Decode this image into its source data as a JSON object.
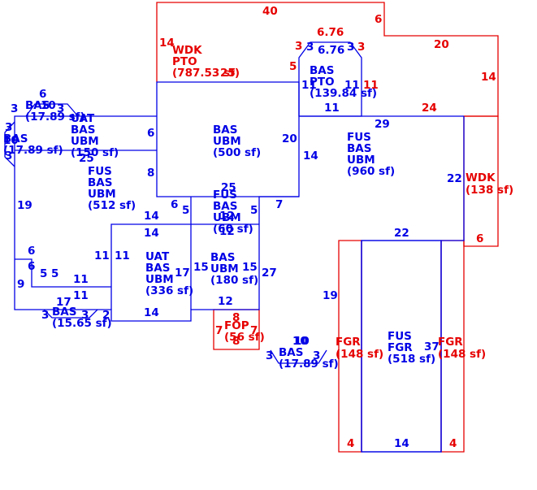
{
  "colors": {
    "living": "#0000e6",
    "exterior": "#e60000",
    "background": "#ffffff"
  },
  "areas": {
    "wdk_top": {
      "lines": [
        "WDK",
        "PTO",
        "(787.53 sf)"
      ]
    },
    "bas_pto": {
      "lines": [
        "BAS",
        "PTO",
        "(139.84 sf)"
      ]
    },
    "bas_ubm_main": {
      "lines": [
        "BAS",
        "UBM",
        "(500 sf)"
      ]
    },
    "fus_960": {
      "lines": [
        "FUS",
        "BAS",
        "UBM",
        "(960 sf)"
      ]
    },
    "wdk_right": {
      "lines": [
        "WDK",
        "(138 sf)"
      ]
    },
    "bas_bay_top": {
      "lines": [
        "BAS",
        "(17.89 sf)"
      ]
    },
    "bas_bay_left": {
      "lines": [
        "BAS",
        "(17.89 sf)"
      ]
    },
    "uat_150": {
      "lines": [
        "UAT",
        "BAS",
        "UBM",
        "(150 sf)"
      ]
    },
    "fus_512": {
      "lines": [
        "FUS",
        "BAS",
        "UBM",
        "(512 sf)"
      ]
    },
    "fus_60": {
      "lines": [
        "FUS",
        "BAS",
        "UBM",
        "(60 sf)"
      ]
    },
    "uat_336": {
      "lines": [
        "UAT",
        "BAS",
        "UBM",
        "(336 sf)"
      ]
    },
    "bas_180": {
      "lines": [
        "BAS",
        "UBM",
        "(180 sf)"
      ]
    },
    "bas_bay_bot": {
      "lines": [
        "BAS",
        "(15.65 sf)"
      ]
    },
    "fop": {
      "lines": [
        "FOP",
        "(56 sf)"
      ]
    },
    "bas_bay_mid": {
      "lines": [
        "BAS",
        "(17.89 sf)"
      ]
    },
    "fgr_left": {
      "lines": [
        "FGR",
        "(148 sf)"
      ]
    },
    "fus_fgr": {
      "lines": [
        "FUS",
        "FGR",
        "(518 sf)"
      ]
    },
    "fgr_right": {
      "lines": [
        "FGR",
        "(148 sf)"
      ]
    }
  },
  "dimensions": {
    "d40": "40",
    "d6a": "6",
    "d20a": "20",
    "d14a": "14",
    "d24": "24",
    "d14b": "14",
    "d6p76a": "6.76",
    "d6p76b": "6.76",
    "d3a": "3",
    "d3b": "3",
    "d3c": "3",
    "d3d": "3",
    "d5a": "5",
    "d11a": "11",
    "d11b": "11",
    "d11c": "11",
    "d25a": "25",
    "d6b": "6",
    "d20b": "20",
    "d14c": "14",
    "d8a": "8",
    "d25b": "25",
    "d29": "29",
    "d22a": "22",
    "d6c": "6",
    "d6d": "6",
    "d3e": "3",
    "d10a": "10",
    "d3f": "3",
    "d3g": "3",
    "d10b": "10",
    "d3h": "3",
    "d25c": "25",
    "d19a": "19",
    "d14d": "14",
    "d14e": "14",
    "d6e": "6",
    "d5b": "5",
    "d5c": "5",
    "d7a": "7",
    "d12a": "12",
    "d12b": "12",
    "d6f": "6",
    "d6g": "6",
    "d5d": "5",
    "d5e": "5",
    "d11d": "11",
    "d11e": "11",
    "d11f": "11",
    "d9": "9",
    "d11g": "11",
    "d17a": "17",
    "d15a": "15",
    "d15b": "15",
    "d27": "27",
    "d12c": "12",
    "d17b": "17",
    "d3i": "3",
    "d3j": "3",
    "d2": "2",
    "d14f": "14",
    "d8b": "8",
    "d7b": "7",
    "d7c": "7",
    "d8c": "8",
    "d10c": "10",
    "d10d": "10",
    "d3k": "3",
    "d3l": "3",
    "d19b": "19",
    "d22b": "22",
    "d37": "37",
    "d4a": "4",
    "d14g": "14",
    "d4b": "4"
  }
}
